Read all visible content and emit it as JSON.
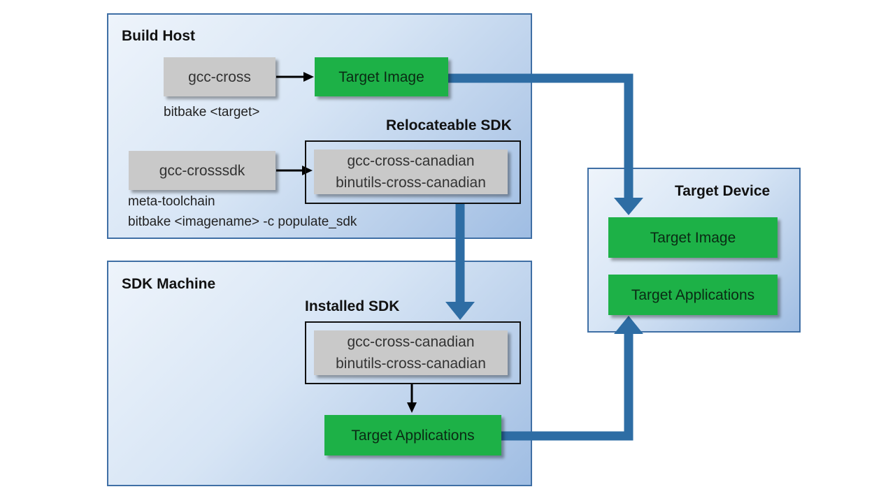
{
  "build_host": {
    "title": "Build Host",
    "gcc_cross": "gcc-cross",
    "target_image": "Target Image",
    "bitbake_target": "bitbake <target>",
    "relocatable_sdk": {
      "label": "Relocateable SDK",
      "line1": "gcc-cross-canadian",
      "line2": "binutils-cross-canadian"
    },
    "gcc_crosssdk": "gcc-crosssdk",
    "meta_toolchain": "meta-toolchain",
    "populate_cmd": "bitbake <imagename> -c populate_sdk"
  },
  "sdk_machine": {
    "title": "SDK Machine",
    "installed_sdk": {
      "label": "Installed SDK",
      "line1": "gcc-cross-canadian",
      "line2": "binutils-cross-canadian"
    },
    "target_applications": "Target Applications"
  },
  "target_device": {
    "title": "Target Device",
    "target_image": "Target Image",
    "target_applications": "Target Applications"
  },
  "colors": {
    "panel_border": "#3f6fa5",
    "flow_arrow": "#2e6da4",
    "green_box": "#1db147",
    "gray_box": "#c9c9c9"
  }
}
